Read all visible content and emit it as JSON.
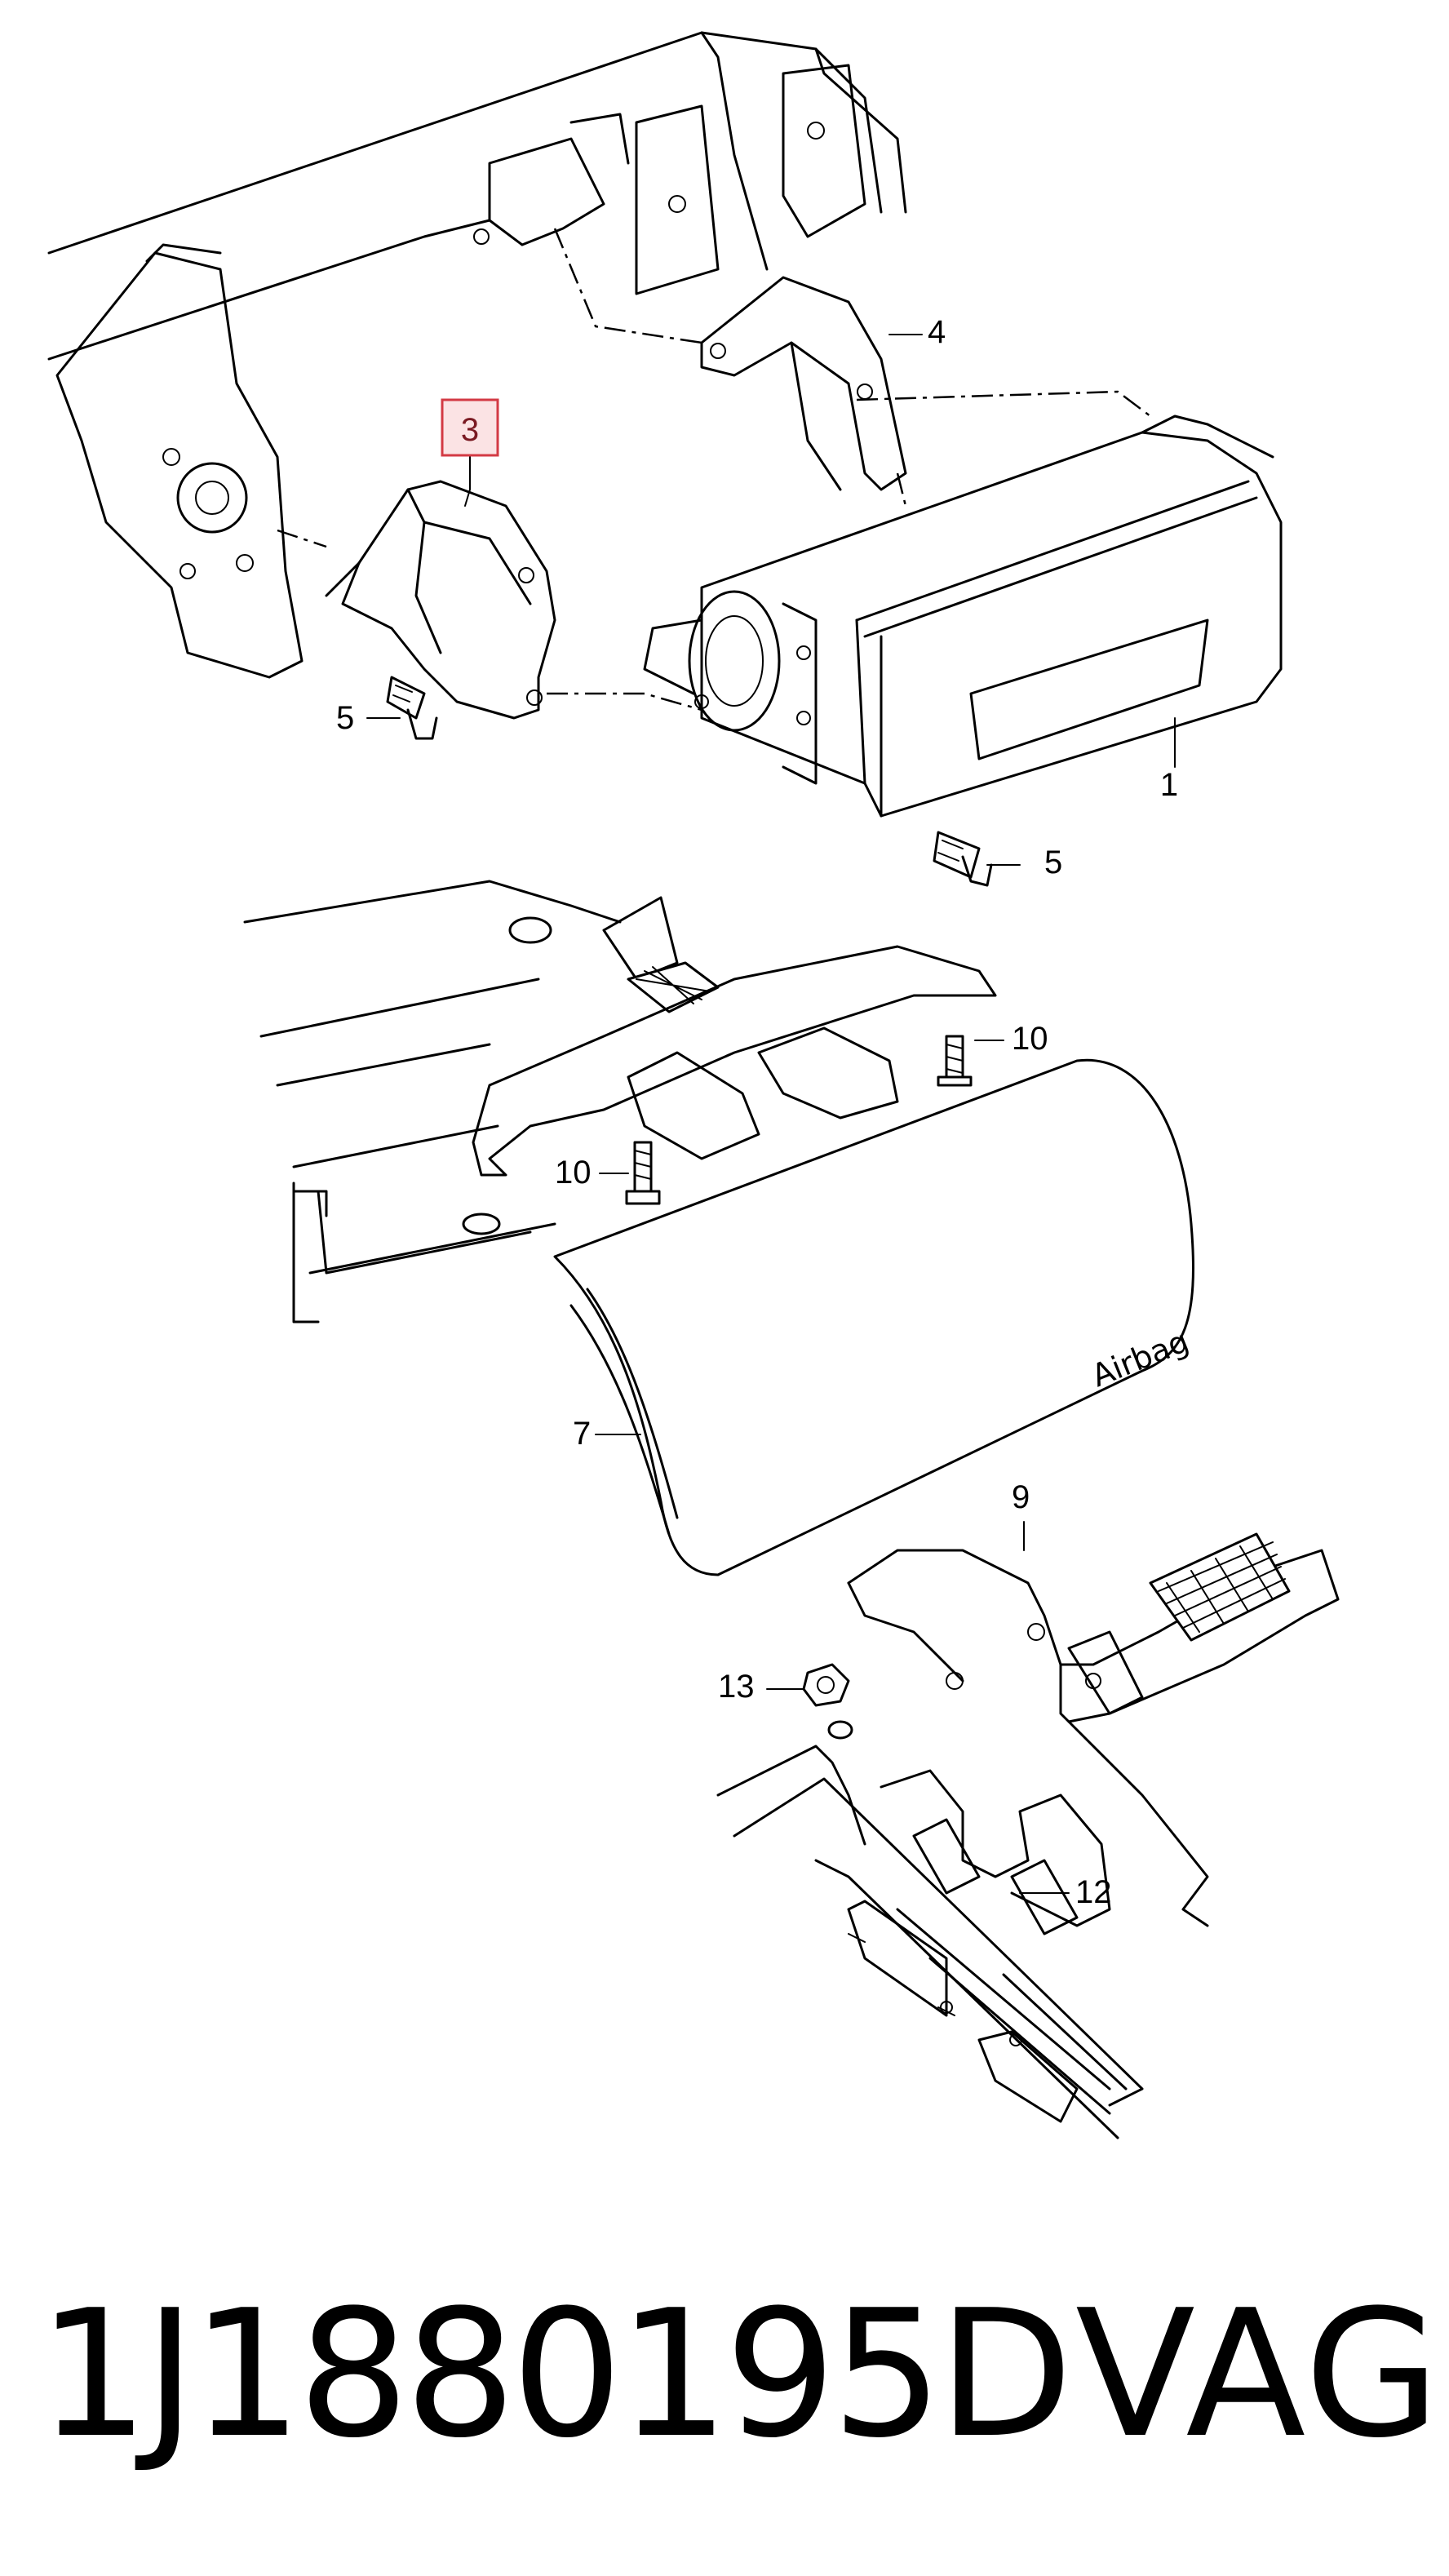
{
  "diagram": {
    "callouts": {
      "c1": "1",
      "c3": "3",
      "c4": "4",
      "c5a": "5",
      "c5b": "5",
      "c7": "7",
      "c9": "9",
      "c10a": "10",
      "c10b": "10",
      "c12": "12",
      "c13": "13"
    },
    "highlighted_callout": "3",
    "airbag_label": "Airbag",
    "highlight_color": "#d33a44"
  },
  "footer": {
    "part_number": "1J1880195D",
    "brand": "VAG"
  }
}
